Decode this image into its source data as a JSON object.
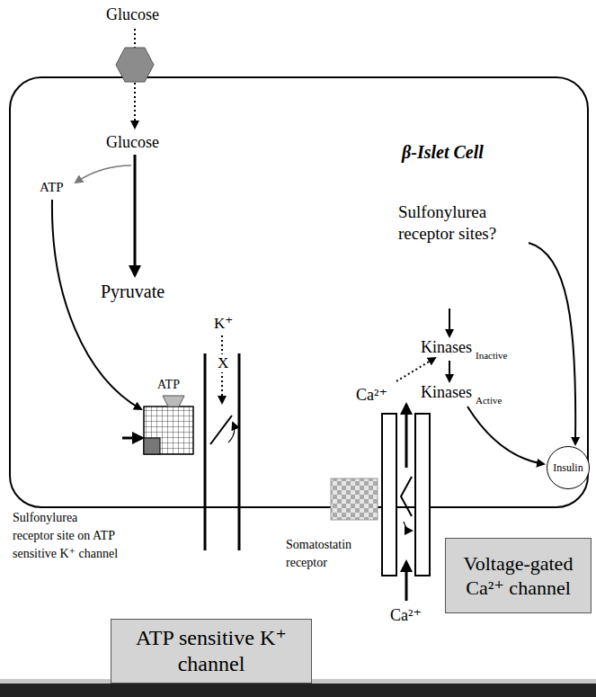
{
  "diagram": {
    "nodes": [
      {
        "text": [
          "β-Islet Cell"
        ]
      },
      {
        "text": [
          "Insulin"
        ],
        "in": 0
      },
      {
        "text": [
          "ATP"
        ],
        "in": 0
      },
      {
        "text": [
          "Voltage-gated Ca²⁺ channel"
        ]
      },
      {
        "text": [
          "ATP sensitive K⁺ channel"
        ]
      }
    ],
    "labels": [
      "Glucose",
      "Glucose",
      "ATP",
      "Pyruvate",
      "Sulfonylurea receptor sites?",
      "Kinases",
      "Inactive",
      "Kinases",
      "Active",
      "K⁺",
      "X",
      "Ca²⁺",
      "Sulfonylurea receptor site on ATP sensitive K⁺ channel",
      "Somatostatin receptor",
      "Ca²⁺"
    ]
  }
}
